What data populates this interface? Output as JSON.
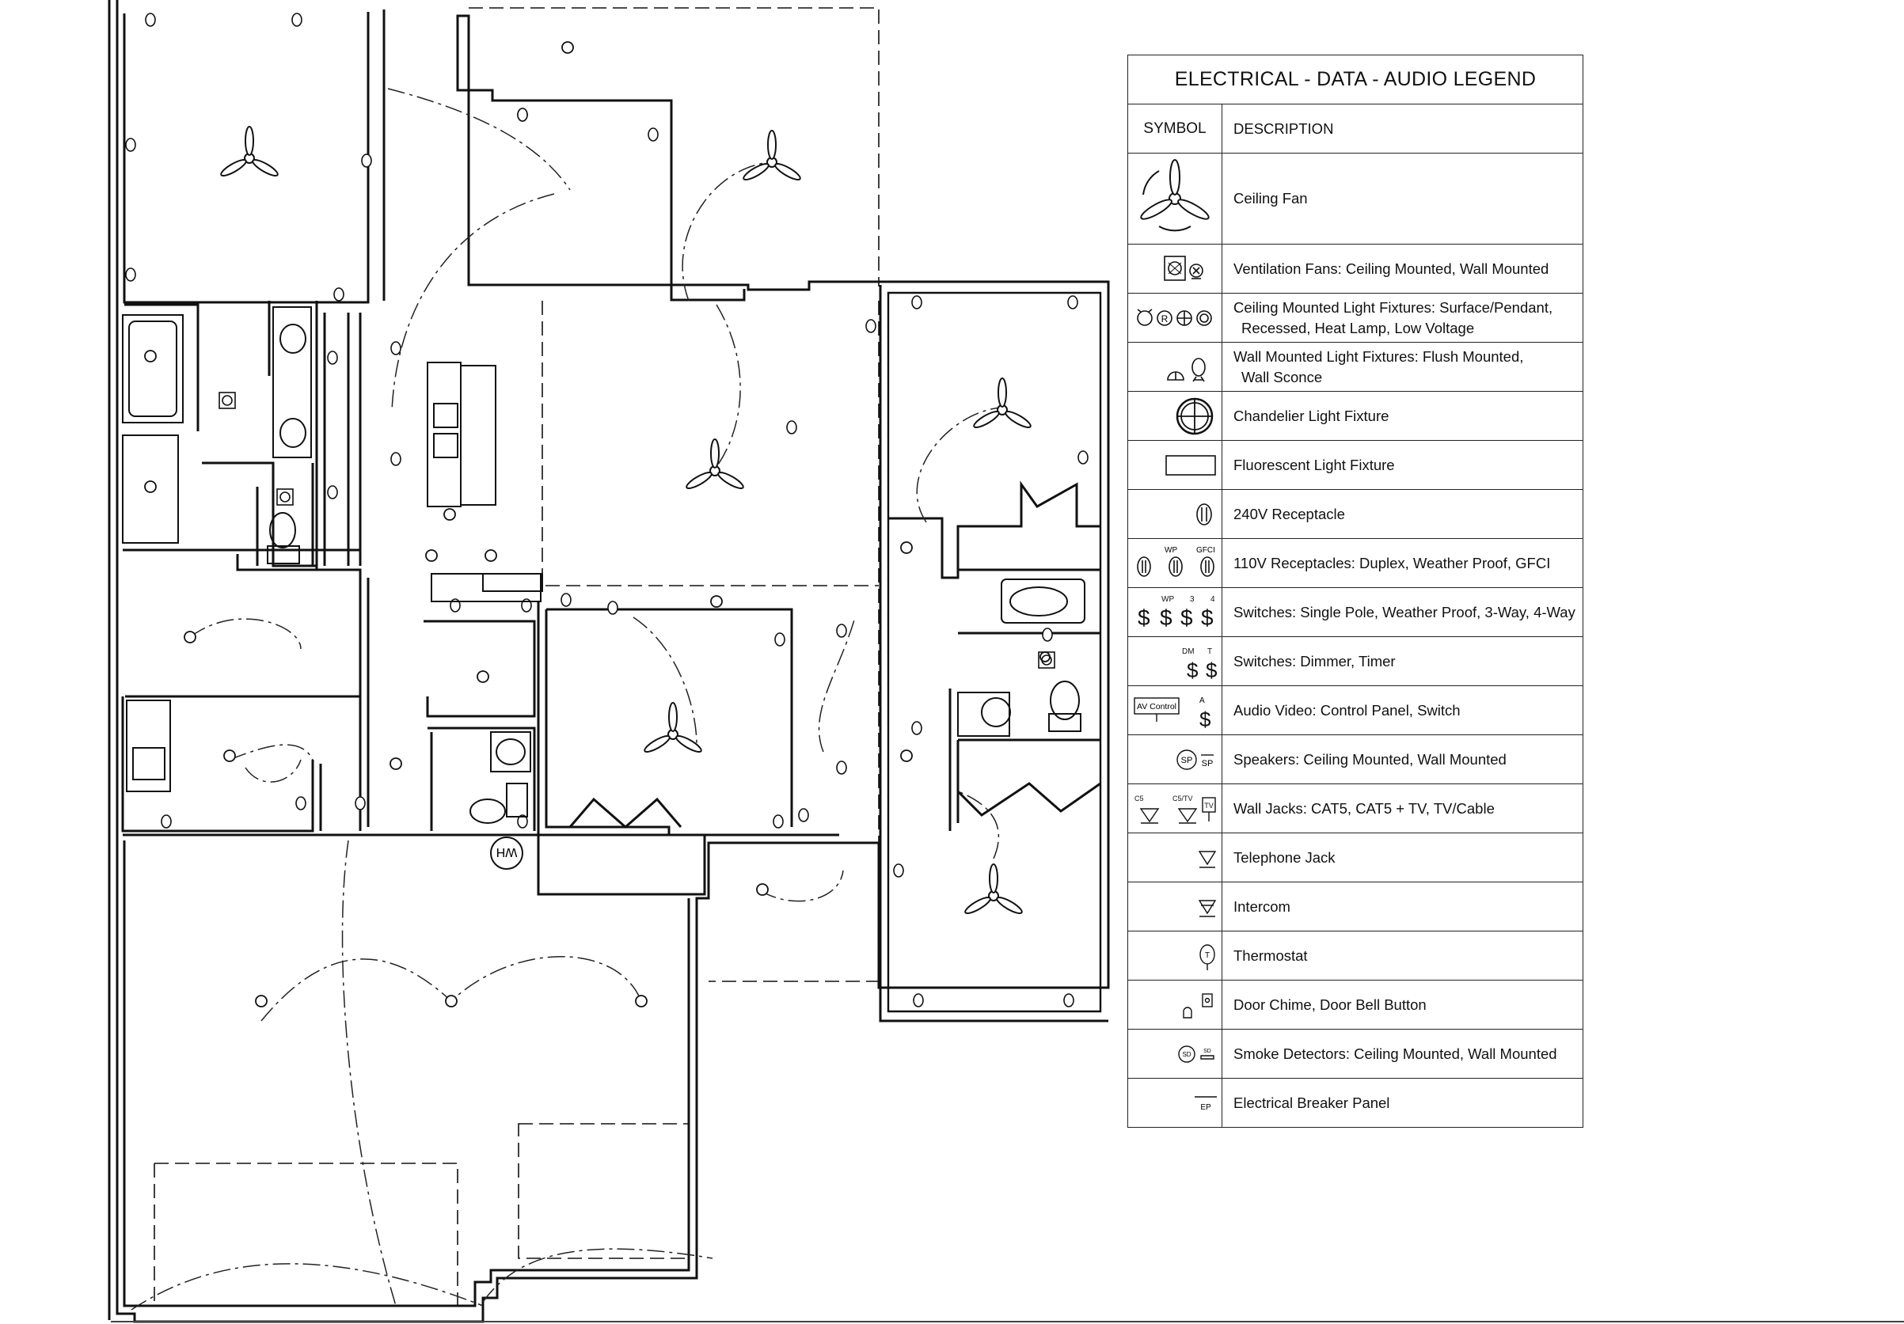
{
  "legend": {
    "title": "ELECTRICAL - DATA - AUDIO LEGEND",
    "col_symbol": "SYMBOL",
    "col_description": "DESCRIPTION",
    "rows": [
      {
        "icon": "ceiling-fan",
        "line1": "Ceiling Fan",
        "line2": ""
      },
      {
        "icon": "ventilation-fans",
        "line1": "Ventilation Fans: Ceiling Mounted, Wall Mounted",
        "line2": ""
      },
      {
        "icon": "ceiling-lights",
        "line1": "Ceiling Mounted Light Fixtures: Surface/Pendant,",
        "line2": "Recessed, Heat Lamp, Low Voltage"
      },
      {
        "icon": "wall-lights",
        "line1": "Wall Mounted Light Fixtures: Flush Mounted,",
        "line2": "Wall Sconce"
      },
      {
        "icon": "chandelier",
        "line1": "Chandelier Light Fixture",
        "line2": ""
      },
      {
        "icon": "fluorescent",
        "line1": "Fluorescent Light Fixture",
        "line2": ""
      },
      {
        "icon": "receptacle-240v",
        "line1": "240V Receptacle",
        "line2": ""
      },
      {
        "icon": "receptacles-110v",
        "line1": "110V Receptacles: Duplex, Weather Proof, GFCI",
        "line2": ""
      },
      {
        "icon": "switches",
        "line1": "Switches: Single Pole, Weather Proof, 3-Way, 4-Way",
        "line2": ""
      },
      {
        "icon": "switches-dimmer",
        "line1": "Switches: Dimmer, Timer",
        "line2": ""
      },
      {
        "icon": "audio-video",
        "line1": "Audio Video: Control Panel, Switch",
        "line2": ""
      },
      {
        "icon": "speakers",
        "line1": "Speakers: Ceiling Mounted, Wall Mounted",
        "line2": ""
      },
      {
        "icon": "wall-jacks",
        "line1": "Wall Jacks: CAT5, CAT5 + TV, TV/Cable",
        "line2": ""
      },
      {
        "icon": "telephone",
        "line1": "Telephone Jack",
        "line2": ""
      },
      {
        "icon": "intercom",
        "line1": "Intercom",
        "line2": ""
      },
      {
        "icon": "thermostat",
        "line1": "Thermostat",
        "line2": ""
      },
      {
        "icon": "door-chime",
        "line1": "Door Chime, Door Bell Button",
        "line2": ""
      },
      {
        "icon": "smoke-detectors",
        "line1": "Smoke Detectors: Ceiling Mounted, Wall Mounted",
        "line2": ""
      },
      {
        "icon": "breaker-panel",
        "line1": "Electrical Breaker Panel",
        "line2": ""
      }
    ],
    "symbol_labels": {
      "wp": "WP",
      "gfci": "GFCI",
      "three": "3",
      "four": "4",
      "dm": "DM",
      "t": "T",
      "av_control": "AV Control",
      "a": "A",
      "sp": "SP",
      "c5": "C5",
      "c5tv": "C5/TV",
      "tv": "TV",
      "sd": "SD",
      "ep": "EP",
      "r": "R"
    }
  },
  "plan": {
    "water_heater_label": "WH"
  }
}
